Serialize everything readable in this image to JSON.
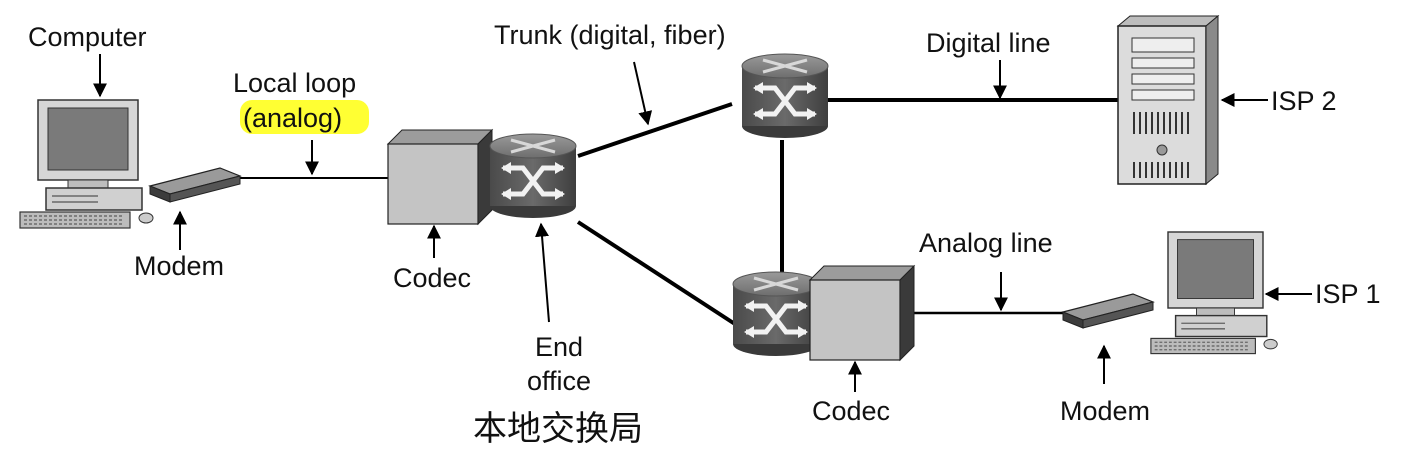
{
  "labels": {
    "computer": "Computer",
    "local_loop": "Local loop",
    "analog_paren": "(analog)",
    "modem_left": "Modem",
    "codec_left": "Codec",
    "trunk": "Trunk (digital, fiber)",
    "end_office_1": "End",
    "end_office_2": "office",
    "chinese": "本地交换局",
    "digital_line": "Digital line",
    "isp2": "ISP 2",
    "analog_line": "Analog line",
    "isp1": "ISP 1",
    "codec_right": "Codec",
    "modem_right": "Modem"
  },
  "colors": {
    "highlight": "#ffff33",
    "line": "#000000",
    "device_light": "#c8c8c8",
    "device_dark": "#505050"
  },
  "icons": [
    "computer-icon",
    "modem-icon",
    "codec-icon",
    "switch-icon",
    "server-icon"
  ]
}
